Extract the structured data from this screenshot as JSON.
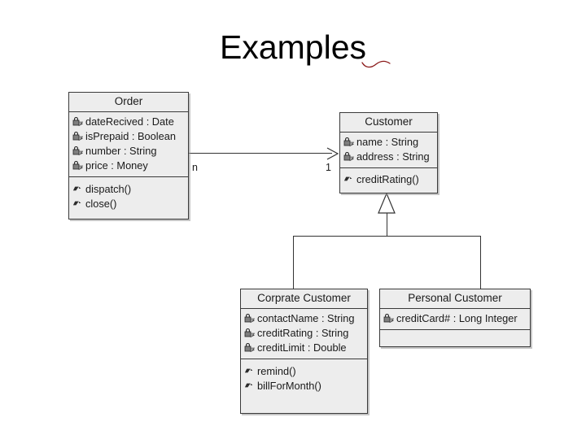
{
  "slide": {
    "title": "Examples",
    "background_color": "#ffffff",
    "annotation_mark_color": "#8b1a1a"
  },
  "diagram": {
    "type": "uml-class-diagram",
    "box_fill_color": "#ededed",
    "box_border_color": "#3a3a3a",
    "classes": [
      {
        "id": "order",
        "name": "Order",
        "attributes": [
          {
            "icon": "private-attribute-icon",
            "label": "dateRecived : Date"
          },
          {
            "icon": "private-attribute-icon",
            "label": "isPrepaid : Boolean"
          },
          {
            "icon": "private-attribute-icon",
            "label": "number : String"
          },
          {
            "icon": "private-attribute-icon",
            "label": "price : Money"
          }
        ],
        "operations": [
          {
            "icon": "operation-icon",
            "label": "dispatch()"
          },
          {
            "icon": "operation-icon",
            "label": "close()"
          }
        ]
      },
      {
        "id": "customer",
        "name": "Customer",
        "attributes": [
          {
            "icon": "private-attribute-icon",
            "label": "name : String"
          },
          {
            "icon": "private-attribute-icon",
            "label": "address : String"
          }
        ],
        "operations": [
          {
            "icon": "operation-icon",
            "label": "creditRating()"
          }
        ]
      },
      {
        "id": "corporate-customer",
        "name": "Corprate Customer",
        "attributes": [
          {
            "icon": "private-attribute-icon",
            "label": "contactName : String"
          },
          {
            "icon": "private-attribute-icon",
            "label": "creditRating : String"
          },
          {
            "icon": "private-attribute-icon",
            "label": "creditLimit : Double"
          }
        ],
        "operations": [
          {
            "icon": "operation-icon",
            "label": "remind()"
          },
          {
            "icon": "operation-icon",
            "label": "billForMonth()"
          }
        ]
      },
      {
        "id": "personal-customer",
        "name": "Personal Customer",
        "attributes": [
          {
            "icon": "private-attribute-icon",
            "label": "creditCard# : Long Integer"
          }
        ],
        "operations": []
      }
    ],
    "relationships": [
      {
        "kind": "association",
        "from": "order",
        "to": "customer",
        "source_multiplicity": "n",
        "target_multiplicity": "1"
      },
      {
        "kind": "generalization",
        "parent": "customer",
        "children": [
          "corporate-customer",
          "personal-customer"
        ]
      }
    ]
  }
}
